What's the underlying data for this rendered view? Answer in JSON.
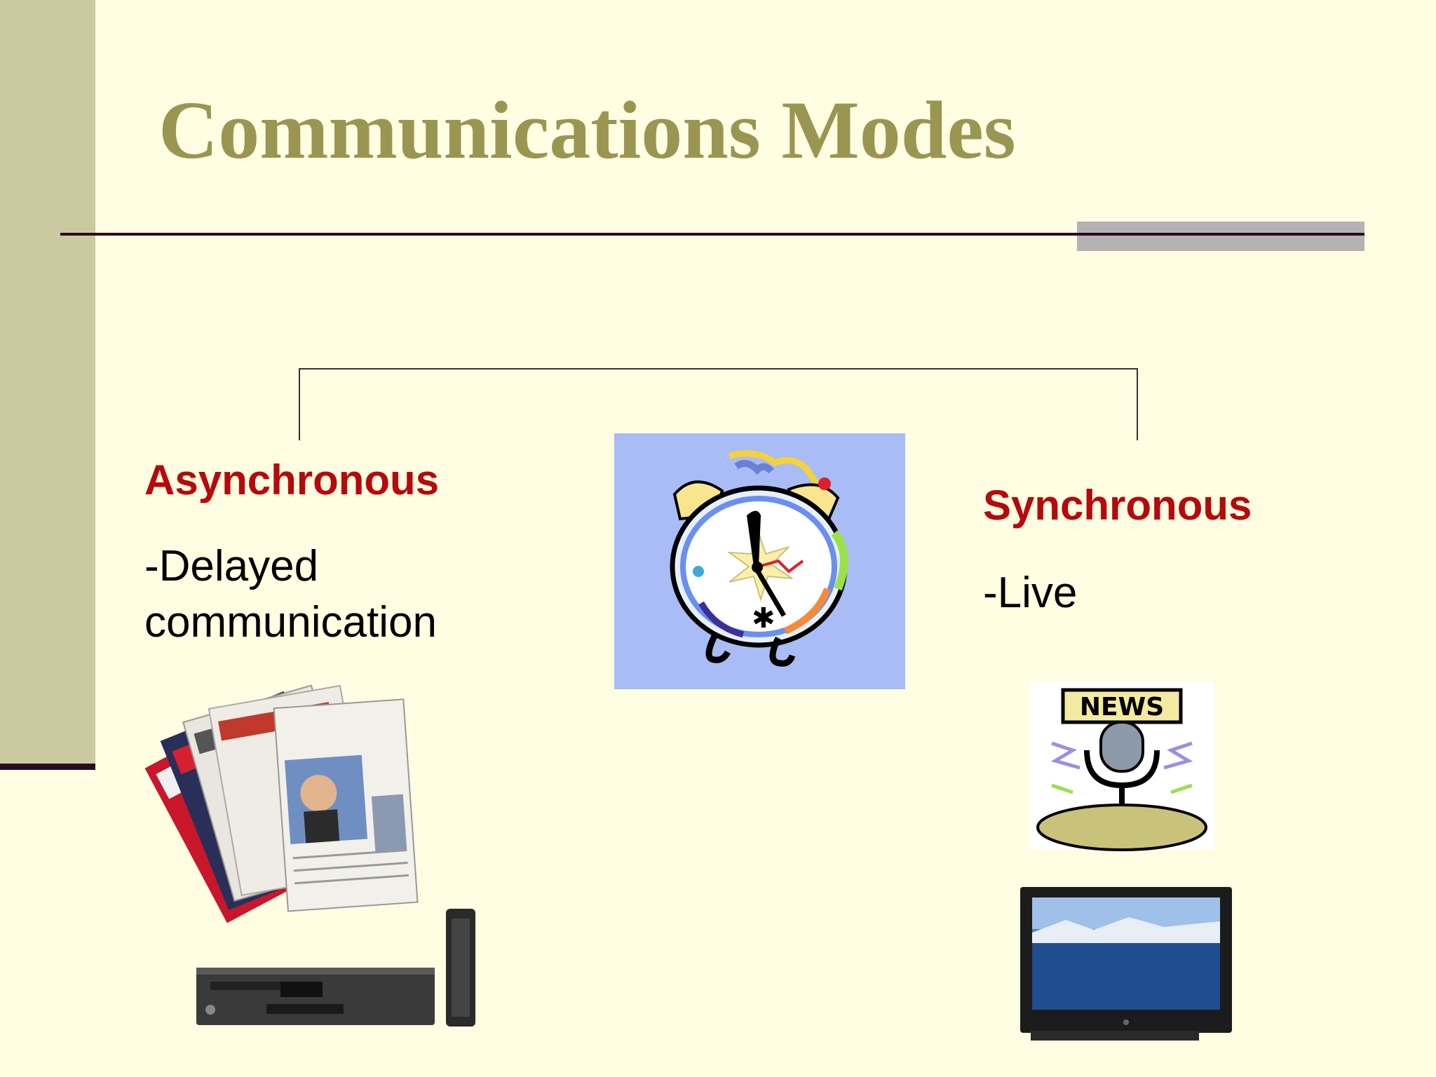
{
  "slide": {
    "title": "Communications Modes",
    "colors": {
      "background": "#fffde2",
      "title": "#9a9652",
      "accent_label": "#b5090b",
      "sidebar": "#cbc99f",
      "rule": "#2b0a22"
    }
  },
  "asynchronous": {
    "label": "Asynchronous",
    "description": "-Delayed communication",
    "images": [
      "newspapers-image",
      "dvd-player-image"
    ]
  },
  "synchronous": {
    "label": "Synchronous",
    "description": "-Live",
    "images": [
      "news-microphone-image",
      "television-image"
    ]
  },
  "center_image": "alarm-clock-image",
  "news_sign": "NEWS"
}
